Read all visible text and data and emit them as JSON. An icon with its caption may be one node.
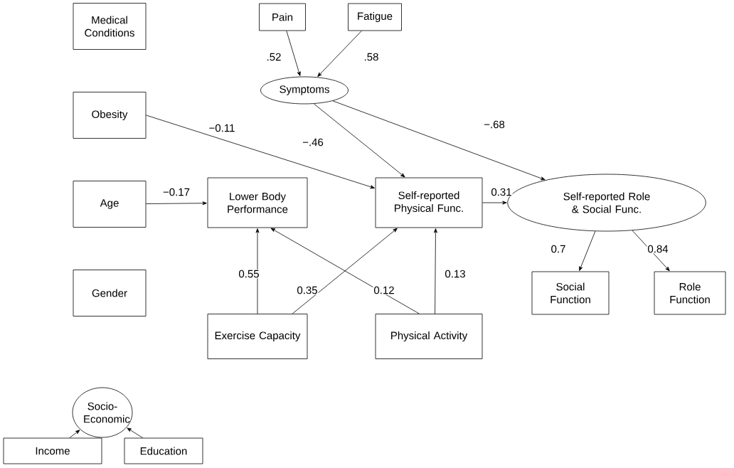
{
  "diagram": {
    "nodes": [
      {
        "text": [
          "Medical Conditions"
        ]
      },
      {
        "text": [
          "Pain"
        ]
      },
      {
        "text": [
          "Fatigue"
        ]
      },
      {
        "text": [
          "Symptoms"
        ]
      },
      {
        "text": [
          "Obesity"
        ]
      },
      {
        "text": [
          "Age"
        ]
      },
      {
        "text": [
          "Lower Body Performance"
        ]
      },
      {
        "text": [
          "Self-reported Physical Func."
        ]
      },
      {
        "text": [
          "Self-reported Role & Social Func."
        ]
      },
      {
        "text": [
          "Gender"
        ]
      },
      {
        "text": [
          "Social Function"
        ]
      },
      {
        "text": [
          "Role Function"
        ]
      },
      {
        "text": [
          "Exercise Capacity"
        ]
      },
      {
        "text": [
          "Physical Activity"
        ]
      },
      {
        "text": [
          "Socio-Economic"
        ]
      },
      {
        "text": [
          "Income"
        ]
      },
      {
        "text": [
          "Education"
        ]
      }
    ],
    "edges": [
      {
        "from": 1,
        "to": 3,
        "arrow": "to",
        "label": ".52"
      },
      {
        "from": 2,
        "to": 3,
        "arrow": "to",
        "label": ".58"
      },
      {
        "from": 4,
        "to": 7,
        "arrow": "to",
        "label": "−0.11"
      },
      {
        "from": 5,
        "to": 6,
        "arrow": "to",
        "label": "−0.17"
      },
      {
        "from": 3,
        "to": 7,
        "arrow": "to",
        "label": "−.46"
      },
      {
        "from": 3,
        "to": 8,
        "arrow": "to",
        "label": "−.68"
      },
      {
        "from": 7,
        "to": 8,
        "arrow": "to",
        "label": "0.31"
      },
      {
        "from": 8,
        "to": 10,
        "arrow": "to",
        "label": "0.7"
      },
      {
        "from": 8,
        "to": 11,
        "arrow": "to",
        "label": "0.84"
      },
      {
        "from": 12,
        "to": 6,
        "arrow": "to",
        "label": "0.55"
      },
      {
        "from": 12,
        "to": 7,
        "arrow": "to",
        "label": "0.35"
      },
      {
        "from": 13,
        "to": 6,
        "arrow": "to",
        "label": "0.12"
      },
      {
        "from": 13,
        "to": 7,
        "arrow": "to",
        "label": "0.13"
      },
      {
        "from": 15,
        "to": 14,
        "arrow": "to"
      },
      {
        "from": 16,
        "to": 14,
        "arrow": "to"
      }
    ]
  }
}
